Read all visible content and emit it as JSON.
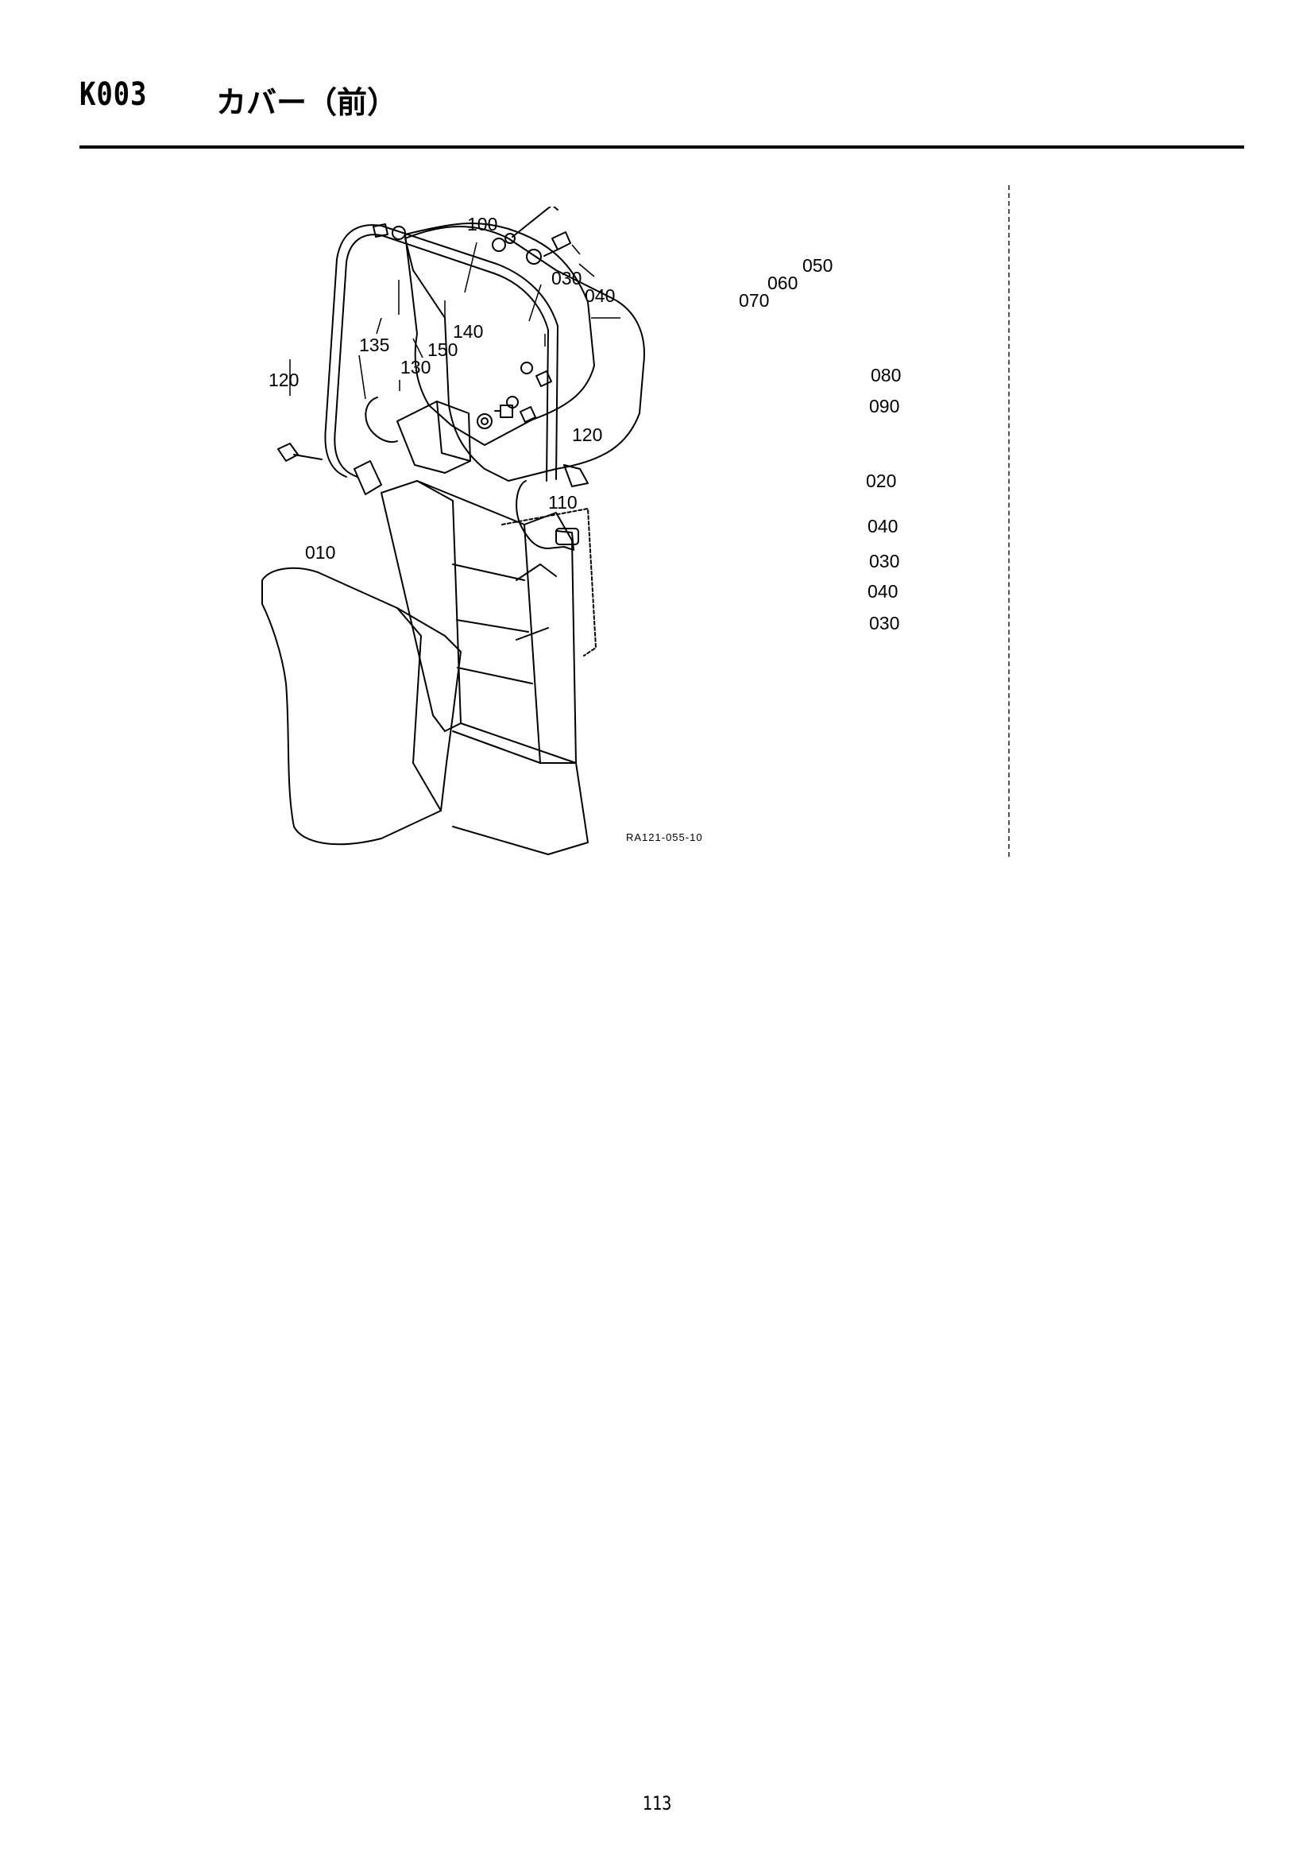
{
  "header": {
    "code": "K003",
    "title": "カバー（前）"
  },
  "diagram": {
    "reference": "RA121-055-10",
    "labels": {
      "l100": "100",
      "l030a": "030",
      "l040a": "040",
      "l050": "050",
      "l060": "060",
      "l070": "070",
      "l140": "140",
      "l135": "135",
      "l150": "150",
      "l130": "130",
      "l120a": "120",
      "l080": "080",
      "l090": "090",
      "l120b": "120",
      "l110": "110",
      "l020": "020",
      "l040b": "040",
      "l010": "010",
      "l030b": "030",
      "l040c": "040",
      "l030c": "030"
    }
  },
  "footer": {
    "page": "113"
  }
}
